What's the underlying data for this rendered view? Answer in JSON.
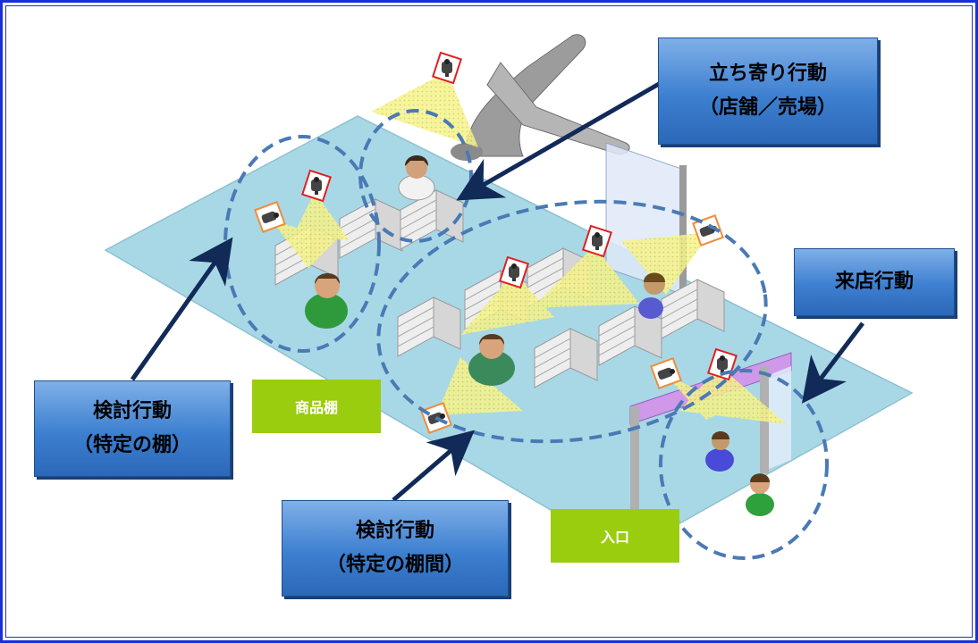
{
  "callouts": {
    "tachiyori": {
      "line1": "立ち寄り行動",
      "line2": "（店舗／売場）"
    },
    "raiten": {
      "line1": "来店行動"
    },
    "kentou_shelf": {
      "line1": "検討行動",
      "line2": "（特定の棚）"
    },
    "kentou_between": {
      "line1": "検討行動",
      "line2": "（特定の棚間）"
    }
  },
  "tags": {
    "shelf": "商品棚",
    "entrance": "入口"
  },
  "colors": {
    "frame": "#1a2fd6",
    "floor": "#a8d8e6",
    "callout_blue": "#3d7fd0",
    "tag_green": "#9acd0d",
    "zone_dash": "#4a7ab5",
    "arrow": "#112a58",
    "camera_view": "#f4f27a"
  },
  "icons": [
    "camera-icon",
    "person-icon",
    "shelf-icon",
    "escalator-icon"
  ]
}
